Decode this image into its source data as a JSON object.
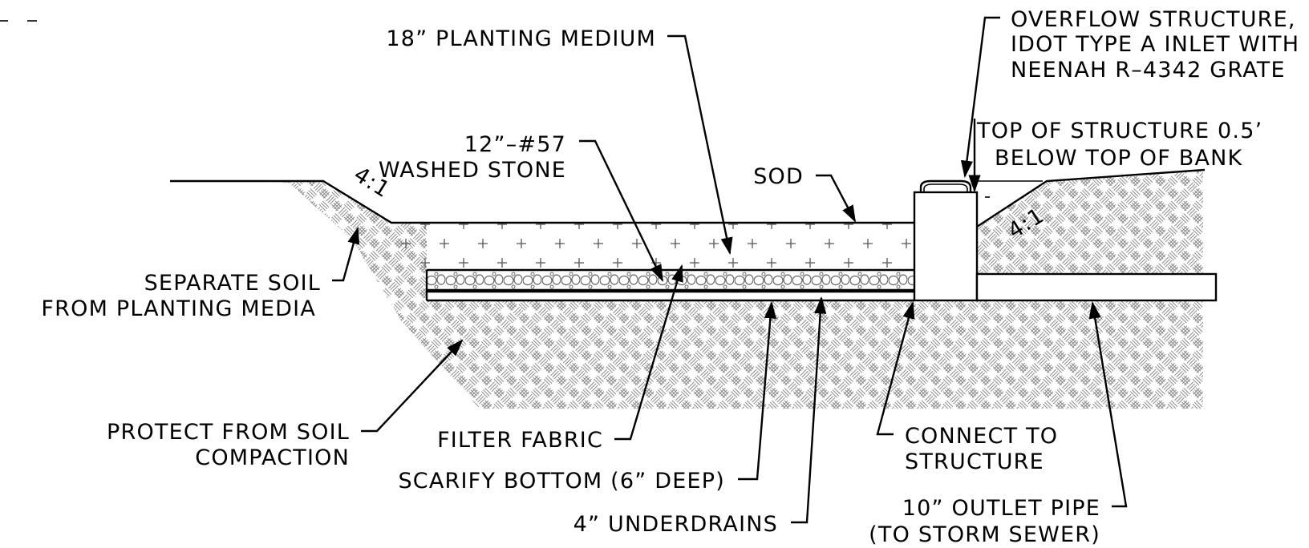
{
  "labels": {
    "planting_medium": "18” PLANTING MEDIUM",
    "washed_stone_1": "12”–#57",
    "washed_stone_2": "WASHED STONE",
    "sod": "SOD",
    "overflow_1": "OVERFLOW STRUCTURE,",
    "overflow_2": "IDOT TYPE A INLET WITH",
    "overflow_3": "NEENAH R–4342 GRATE",
    "top_structure_1": "TOP OF STRUCTURE 0.5’",
    "top_structure_2": "BELOW TOP OF BANK",
    "slope_left": "4:1",
    "slope_right": "4:1",
    "separate_soil_1": "SEPARATE SOIL",
    "separate_soil_2": "FROM PLANTING MEDIA",
    "protect_1": "PROTECT FROM SOIL",
    "protect_2": "COMPACTION",
    "filter_fabric": "FILTER FABRIC",
    "scarify": "SCARIFY BOTTOM (6” DEEP)",
    "underdrains": "4” UNDERDRAINS",
    "connect_1": "CONNECT TO",
    "connect_2": "STRUCTURE",
    "outlet_1": "10” OUTLET PIPE",
    "outlet_2": "(TO STORM SEWER)"
  },
  "colors": {
    "line": "#000000",
    "hatch": "#8a8a8a",
    "background": "#ffffff"
  }
}
